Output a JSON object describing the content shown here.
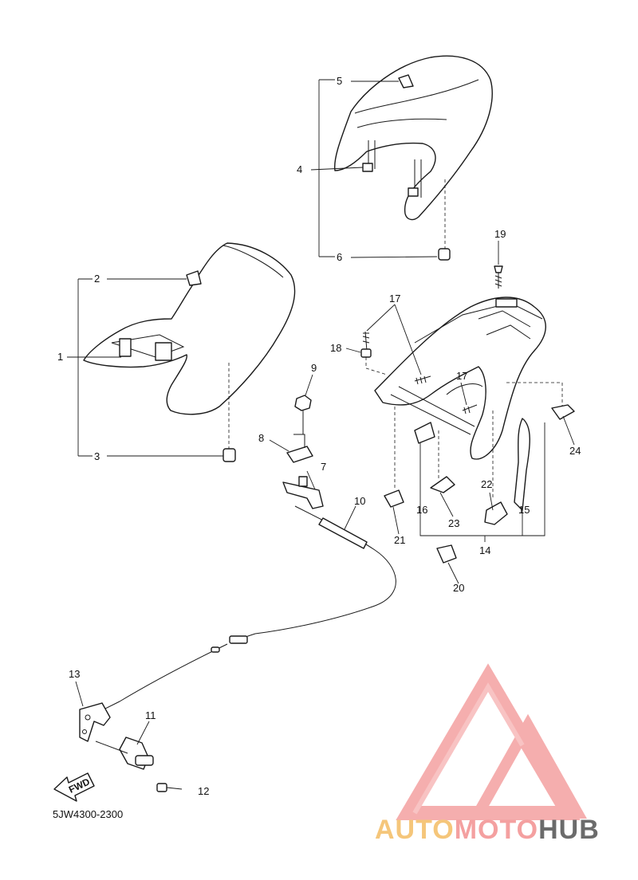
{
  "diagram": {
    "drawing_code": "5JW4300-2300",
    "fwd_label": "FWD",
    "callouts": [
      "1",
      "2",
      "3",
      "4",
      "5",
      "6",
      "7",
      "8",
      "9",
      "10",
      "11",
      "12",
      "13",
      "14",
      "15",
      "16",
      "17",
      "17",
      "18",
      "19",
      "20",
      "21",
      "22",
      "23",
      "24"
    ]
  },
  "watermark": {
    "part1": "AUTO",
    "part2": "MOTO",
    "part3": "HUB",
    "colors": {
      "primary": "#f4a0a0",
      "accent": "#f5c67a",
      "dark": "#6b6b6b"
    }
  }
}
